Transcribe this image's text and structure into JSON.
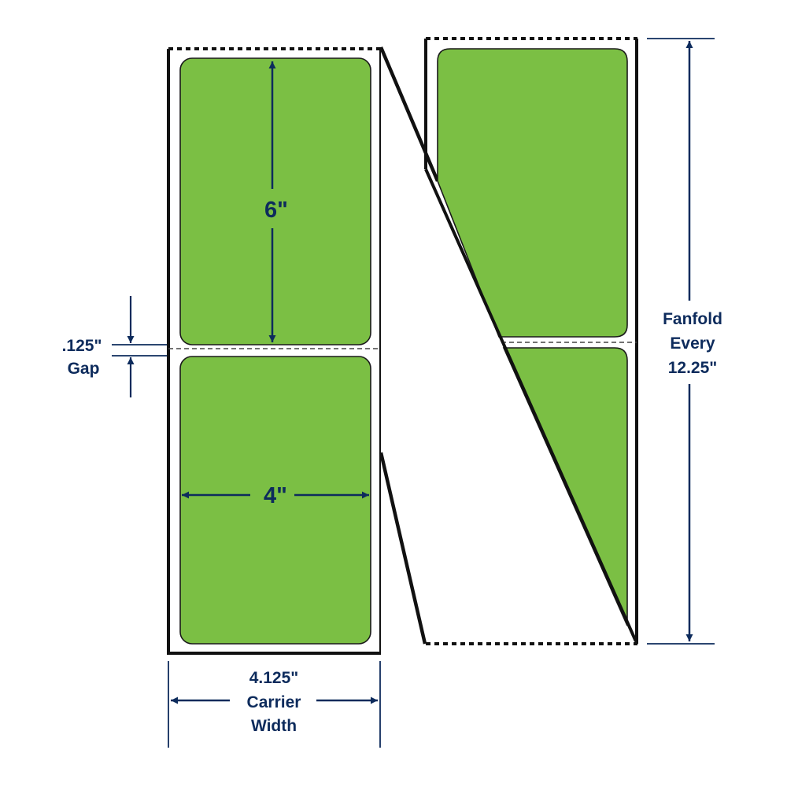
{
  "colors": {
    "label_fill": "#7bbf44",
    "label_stroke": "#1a1a1a",
    "dimension": "#0d2b5c",
    "outline": "#111111"
  },
  "labels": {
    "height_label": "6\"",
    "width_label": "4\"",
    "gap_value": ".125\"",
    "gap_word": "Gap",
    "carrier_value": "4.125\"",
    "carrier_word1": "Carrier",
    "carrier_word2": "Width",
    "fanfold_line1": "Fanfold",
    "fanfold_line2": "Every",
    "fanfold_line3": "12.25\""
  }
}
